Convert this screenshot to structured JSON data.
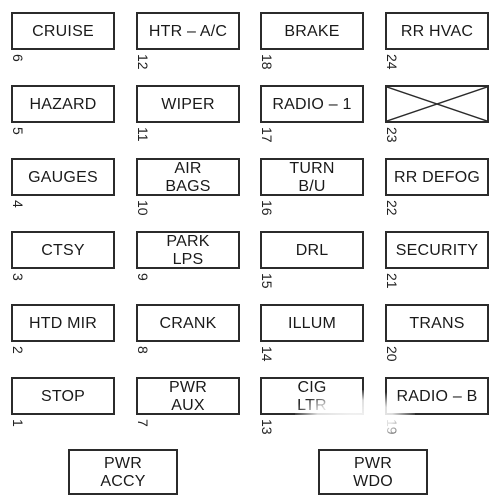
{
  "fuses": [
    {
      "id": "f6",
      "number": "6",
      "line1": "CRUISE",
      "line2": ""
    },
    {
      "id": "f12",
      "number": "12",
      "line1": "HTR – A/C",
      "line2": ""
    },
    {
      "id": "f18",
      "number": "18",
      "line1": "BRAKE",
      "line2": ""
    },
    {
      "id": "f24",
      "number": "24",
      "line1": "RR HVAC",
      "line2": ""
    },
    {
      "id": "f5",
      "number": "5",
      "line1": "HAZARD",
      "line2": ""
    },
    {
      "id": "f11",
      "number": "11",
      "line1": "WIPER",
      "line2": ""
    },
    {
      "id": "f17",
      "number": "17",
      "line1": "RADIO – 1",
      "line2": ""
    },
    {
      "id": "f23",
      "number": "23",
      "line1": "",
      "line2": "",
      "empty": true
    },
    {
      "id": "f4",
      "number": "4",
      "line1": "GAUGES",
      "line2": ""
    },
    {
      "id": "f10",
      "number": "10",
      "line1": "AIR",
      "line2": "BAGS"
    },
    {
      "id": "f16",
      "number": "16",
      "line1": "TURN",
      "line2": "B/U"
    },
    {
      "id": "f22",
      "number": "22",
      "line1": "RR DEFOG",
      "line2": ""
    },
    {
      "id": "f3",
      "number": "3",
      "line1": "CTSY",
      "line2": ""
    },
    {
      "id": "f9",
      "number": "9",
      "line1": "PARK",
      "line2": "LPS"
    },
    {
      "id": "f15",
      "number": "15",
      "line1": "DRL",
      "line2": ""
    },
    {
      "id": "f21",
      "number": "21",
      "line1": "SECURITY",
      "line2": ""
    },
    {
      "id": "f2",
      "number": "2",
      "line1": "HTD MIR",
      "line2": ""
    },
    {
      "id": "f8",
      "number": "8",
      "line1": "CRANK",
      "line2": ""
    },
    {
      "id": "f14",
      "number": "14",
      "line1": "ILLUM",
      "line2": ""
    },
    {
      "id": "f20",
      "number": "20",
      "line1": "TRANS",
      "line2": ""
    },
    {
      "id": "f1",
      "number": "1",
      "line1": "STOP",
      "line2": ""
    },
    {
      "id": "f7",
      "number": "7",
      "line1": "PWR",
      "line2": "AUX"
    },
    {
      "id": "f13",
      "number": "13",
      "line1": "CIG",
      "line2": "LTR"
    },
    {
      "id": "f19",
      "number": "19",
      "line1": "RADIO – B",
      "line2": ""
    }
  ],
  "bottom_fuses": [
    {
      "id": "accy",
      "line1": "PWR",
      "line2": "ACCY"
    },
    {
      "id": "wdo",
      "line1": "PWR",
      "line2": "WDO"
    }
  ]
}
